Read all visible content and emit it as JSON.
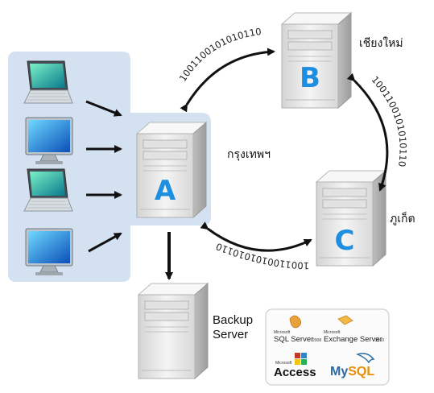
{
  "servers": {
    "a": {
      "letter": "A",
      "label": "กรุงเทพฯ"
    },
    "b": {
      "letter": "B",
      "label": "เชียงใหม่"
    },
    "c": {
      "letter": "C",
      "label": "ภูเก็ต"
    },
    "backup": {
      "label_line1": "Backup",
      "label_line2": "Server"
    }
  },
  "replication": {
    "a_b": "1001100101010110",
    "b_c": "1001100101010110",
    "c_a": "1001100101010110"
  },
  "software": {
    "sql_brand": "Microsoft",
    "sql_name": "SQL Server",
    "sql_version": "2008",
    "exchange_brand": "Microsoft",
    "exchange_name": "Exchange Server",
    "exchange_version": "2010",
    "access_brand": "Microsoft",
    "access_name": "Access",
    "mysql_my": "My",
    "mysql_sql": "SQL"
  },
  "colors": {
    "client_panel": "#d3e1f1",
    "server_body": "#e8e8e8",
    "server_letter": "#1e8fe0",
    "arrow": "#111111",
    "mysql_blue": "#2a6aa3",
    "mysql_orange": "#e48e00"
  }
}
